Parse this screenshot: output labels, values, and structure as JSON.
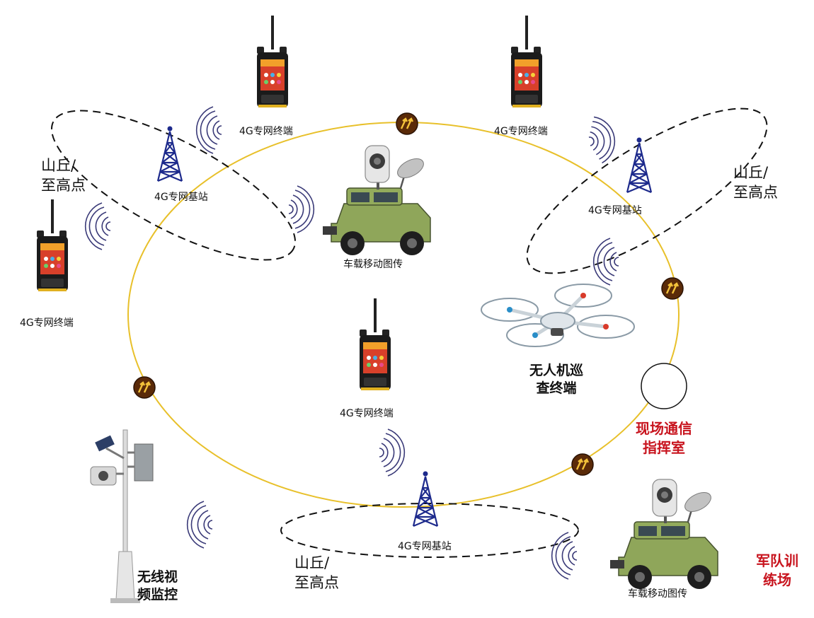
{
  "labels": {
    "terminal_4g": "4G专网终端",
    "base_station_4g": "4G专网基站",
    "hill_line1": "山丘/",
    "hill_line2": "至高点",
    "vehicle": "车载移动图传",
    "drone_line1": "无人机巡",
    "drone_line2": "查终端",
    "command_line1": "现场通信",
    "command_line2": "指挥室",
    "video_line1": "无线视",
    "video_line2": "频监控",
    "training_line1": "军队训",
    "training_line2": "练场"
  },
  "colors": {
    "ring": "#e8c02a",
    "accent_red": "#c8141e",
    "tower": "#1d2a8c",
    "waves": "#3a3a78",
    "router": "#5a2a08",
    "vehicle": "#8fa65a"
  },
  "icons": {
    "terminal": "handheld-radio-icon",
    "tower": "base-station-tower-icon",
    "router": "router-icon",
    "vehicle": "command-vehicle-icon",
    "drone": "quadcopter-drone-icon",
    "pole": "surveillance-pole-icon",
    "waves": "signal-waves-icon"
  }
}
